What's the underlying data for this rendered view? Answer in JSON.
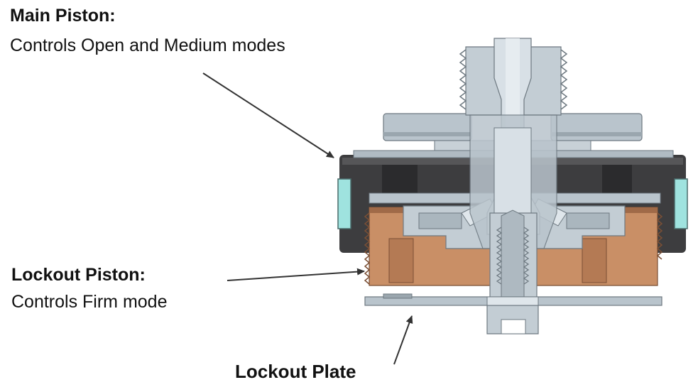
{
  "labels": {
    "main_piston": {
      "title": "Main Piston:",
      "description": "Controls Open and Medium modes"
    },
    "lockout_piston": {
      "title": "Lockout Piston:",
      "description": "Controls Firm mode"
    },
    "lockout_plate": {
      "title": "Lockout Plate"
    }
  },
  "colors": {
    "steel": "#b9c4cc",
    "steel_dark": "#7f8b93",
    "housing": "#3d3d3f",
    "bronze": "#c98f66",
    "bronze_dark": "#8a5a3d",
    "cyan_window": "#9fe3df",
    "arrow": "#333333"
  }
}
